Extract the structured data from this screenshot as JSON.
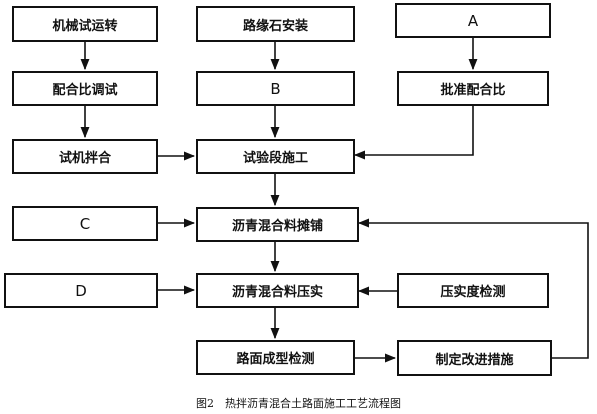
{
  "nodes": {
    "mech_test": "机械试运转",
    "mix_debug": "配合比调试",
    "trial_mix": "试机拌合",
    "c": "C",
    "d": "D",
    "curb": "路缘石安装",
    "b": "B",
    "trial_section": "试验段施工",
    "spread": "沥青混合料摊铺",
    "compact": "沥青混合料压实",
    "form_check": "路面成型检测",
    "a": "A",
    "approve_mix": "批准配合比",
    "density_check": "压实度检测",
    "improve": "制定改进措施"
  },
  "caption": "图2　热拌沥青混合土路面施工工艺流程图"
}
